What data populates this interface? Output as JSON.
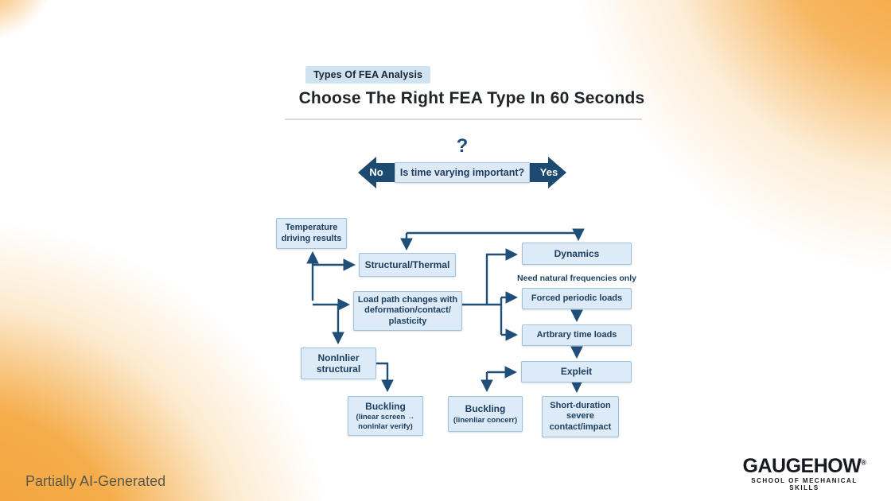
{
  "page": {
    "badge": "Types Of FEA Analysis",
    "title": "Choose The Right FEA Type In 60 Seconds",
    "question_mark": "?",
    "footer_note": "Partially AI-Generated"
  },
  "decision": {
    "question": "Is time varying important?",
    "no_label": "No",
    "yes_label": "Yes"
  },
  "flowchart": {
    "nodes": {
      "temperature": {
        "label": "Temperature\ndriving results"
      },
      "structural_thermal": {
        "label": "Structural/Thermal"
      },
      "dynamics": {
        "label": "Dynamics"
      },
      "need_frequencies_note": {
        "label": "Need natural frequencies only"
      },
      "forced_periodic": {
        "label": "Forced periodic loads"
      },
      "load_path": {
        "label": "Load path changes with\ndeformation/contact/\nplasticity"
      },
      "arbitrary_time": {
        "label": "Artbrary time loads"
      },
      "nonlinear_structural": {
        "label": "NonInlier\nstructural"
      },
      "explicit": {
        "label": "Expleit"
      },
      "buckling_linear": {
        "title": "Buckling",
        "sub": "(linear screen →\nnonlnlar verify)"
      },
      "buckling_nonlinear": {
        "title": "Buckling",
        "sub": "(linenliar concerr)"
      },
      "short_duration": {
        "label": "Short-duration\nsevere\ncontact/impact"
      }
    }
  },
  "branding": {
    "logo_text": "GAUGEHOW",
    "logo_reg": "®",
    "logo_tagline": "SCHOOL OF MECHANICAL SKILLS"
  },
  "colors": {
    "node_fill": "#dcebf7",
    "node_border": "#9fc2da",
    "node_text": "#1c3d5e",
    "connector": "#1f4e79",
    "decision_arrow": "#1d4a70",
    "badge_bg": "#cfe3f3",
    "accent_orange": "#f4a030"
  }
}
